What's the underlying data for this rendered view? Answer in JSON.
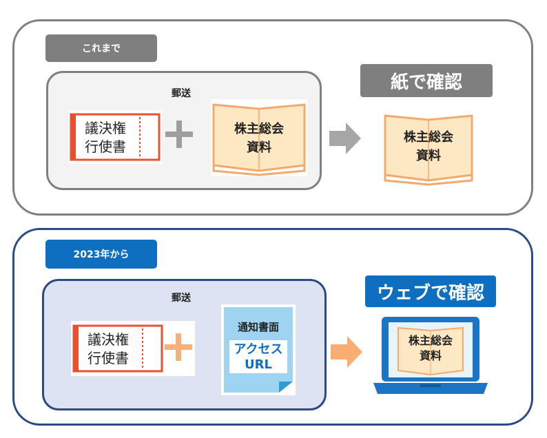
{
  "top_section": {
    "tag": "これまで",
    "mail_label": "郵送",
    "ticket_label_line1": "議決権",
    "ticket_label_line2": "行使書",
    "book_label_line1": "株主総会",
    "book_label_line2": "資料",
    "result_title": "紙で確認",
    "result_book_line1": "株主総会",
    "result_book_line2": "資料"
  },
  "bottom_section": {
    "tag": "2023年から",
    "mail_label": "郵送",
    "ticket_label_line1": "議決権",
    "ticket_label_line2": "行使書",
    "notice_title": "通知書面",
    "notice_url_line1": "アクセス",
    "notice_url_line2": "URL",
    "result_title": "ウェブで確認",
    "laptop_line1": "株主総会",
    "laptop_line2": "資料"
  },
  "colors": {
    "gray": "#7f7f7f",
    "navy": "#2b4a86",
    "blue": "#0e6fc0",
    "ticket_red": "#e8502e",
    "plus_orange": "#f7b07a",
    "arrow_orange": "#f9ad72",
    "book_fill": "#fde8c4",
    "book_edge": "#f3a96a"
  }
}
